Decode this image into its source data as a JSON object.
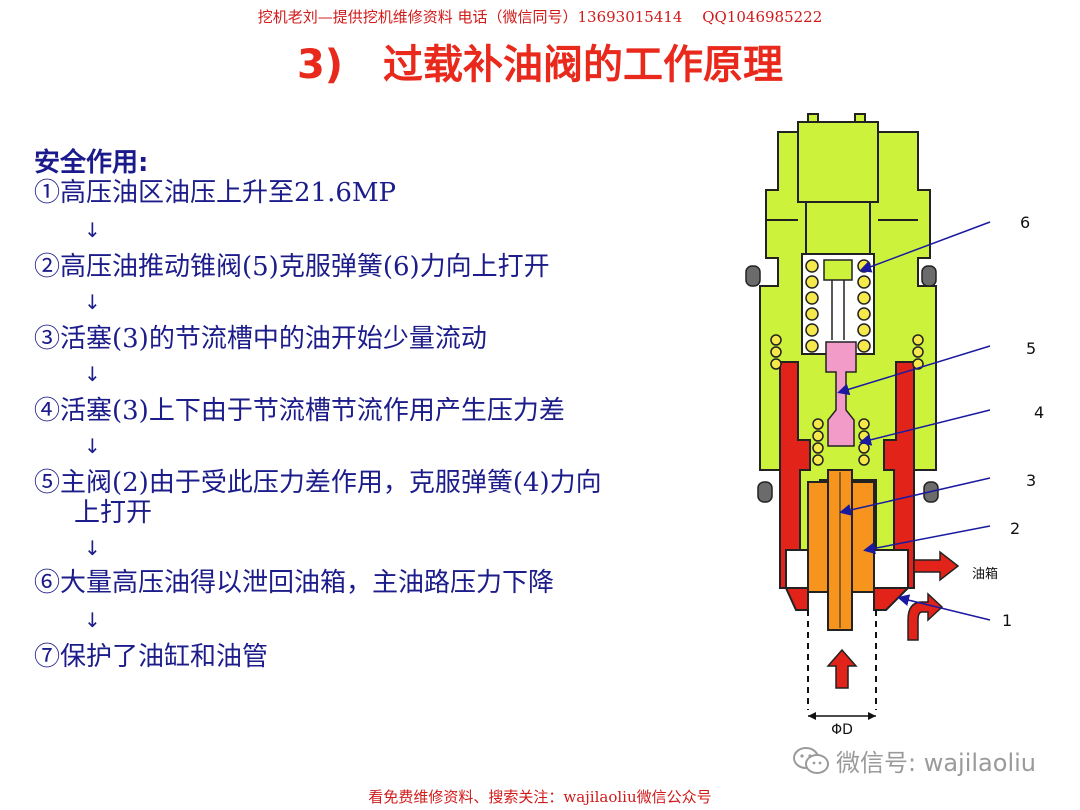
{
  "header_note": "挖机老刘—提供挖机维修资料 电话（微信同号）13693015414　 QQ1046985222",
  "title": "3)　过载补油阀的工作原理",
  "section_heading": "安全作用:",
  "steps": [
    "①高压油区油压上升至21.6MP",
    "②高压油推动锥阀(5)克服弹簧(6)力向上打开",
    "③活塞(3)的节流槽中的油开始少量流动",
    "④活塞(3)上下由于节流槽节流作用产生压力差",
    "⑤主阀(2)由于受此压力差作用，克服弹簧(4)力向",
    "上打开",
    "⑥大量高压油得以泄回油箱，主油路压力下降",
    "⑦保护了油缸和油管"
  ],
  "arrow_glyph": "↓",
  "diagram": {
    "labels": [
      "6",
      "5",
      "4",
      "3",
      "2",
      "1"
    ],
    "tank_label": "油箱",
    "diameter_label": "ΦD",
    "colors": {
      "body": "#ccf23c",
      "red_part": "#e2231a",
      "orange_part": "#f7941d",
      "pink_poppet": "#f29ac8",
      "spring": "#f5e84a",
      "leader_line": "#1a1aa0",
      "arrow": "#e2231a"
    }
  },
  "watermark": {
    "icon": "wechat-icon",
    "text": "微信号: wajilaoliu"
  },
  "footer": "看免费维修资料、搜索关注：wajilaoliu微信公众号"
}
